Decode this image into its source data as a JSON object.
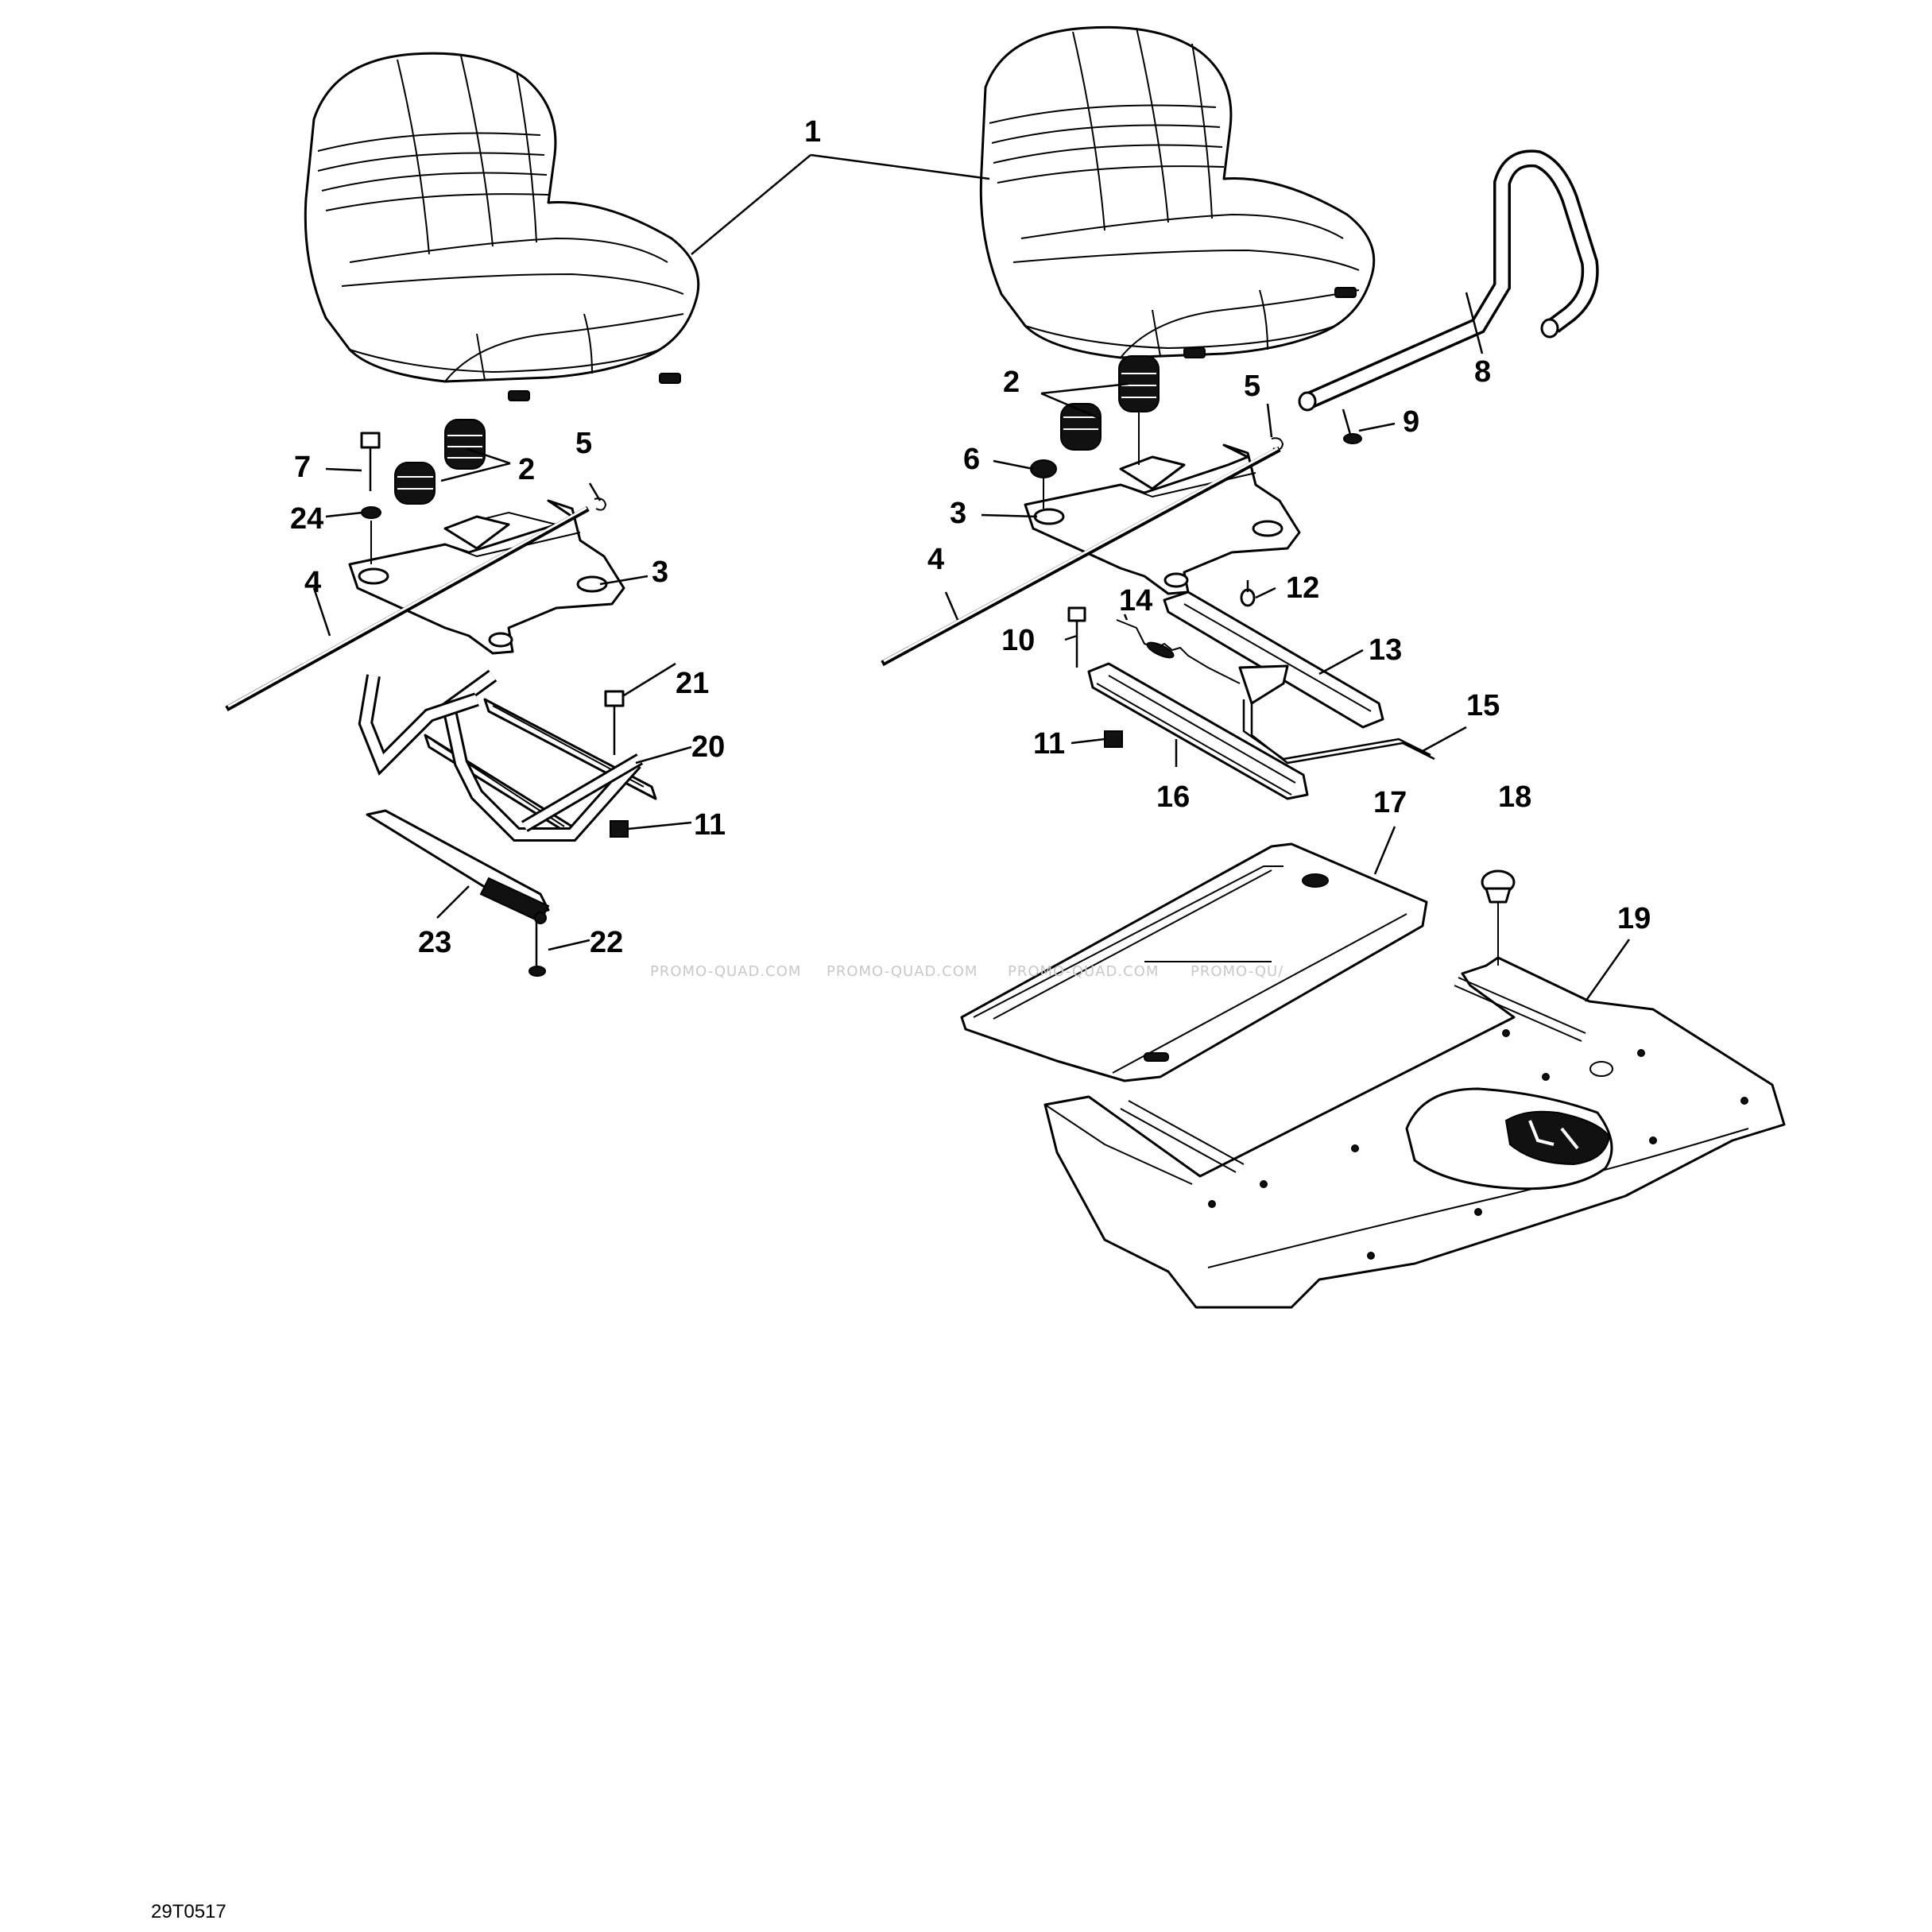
{
  "diagram_code": "29T0517",
  "watermark": [
    "PROMO-QUAD.COM",
    "PROMO-QUAD.COM",
    "PROMO-QUAD.COM",
    "PROMO-QU/"
  ],
  "callouts": {
    "c1": "1",
    "c2a": "2",
    "c2b": "2",
    "c3a": "3",
    "c3b": "3",
    "c4a": "4",
    "c4b": "4",
    "c5a": "5",
    "c5b": "5",
    "c6": "6",
    "c7": "7",
    "c8": "8",
    "c9": "9",
    "c10": "10",
    "c11a": "11",
    "c11b": "11",
    "c12": "12",
    "c13": "13",
    "c14": "14",
    "c15": "15",
    "c16": "16",
    "c17": "17",
    "c18": "18",
    "c19": "19",
    "c20": "20",
    "c21": "21",
    "c22": "22",
    "c23": "23",
    "c24": "24"
  }
}
